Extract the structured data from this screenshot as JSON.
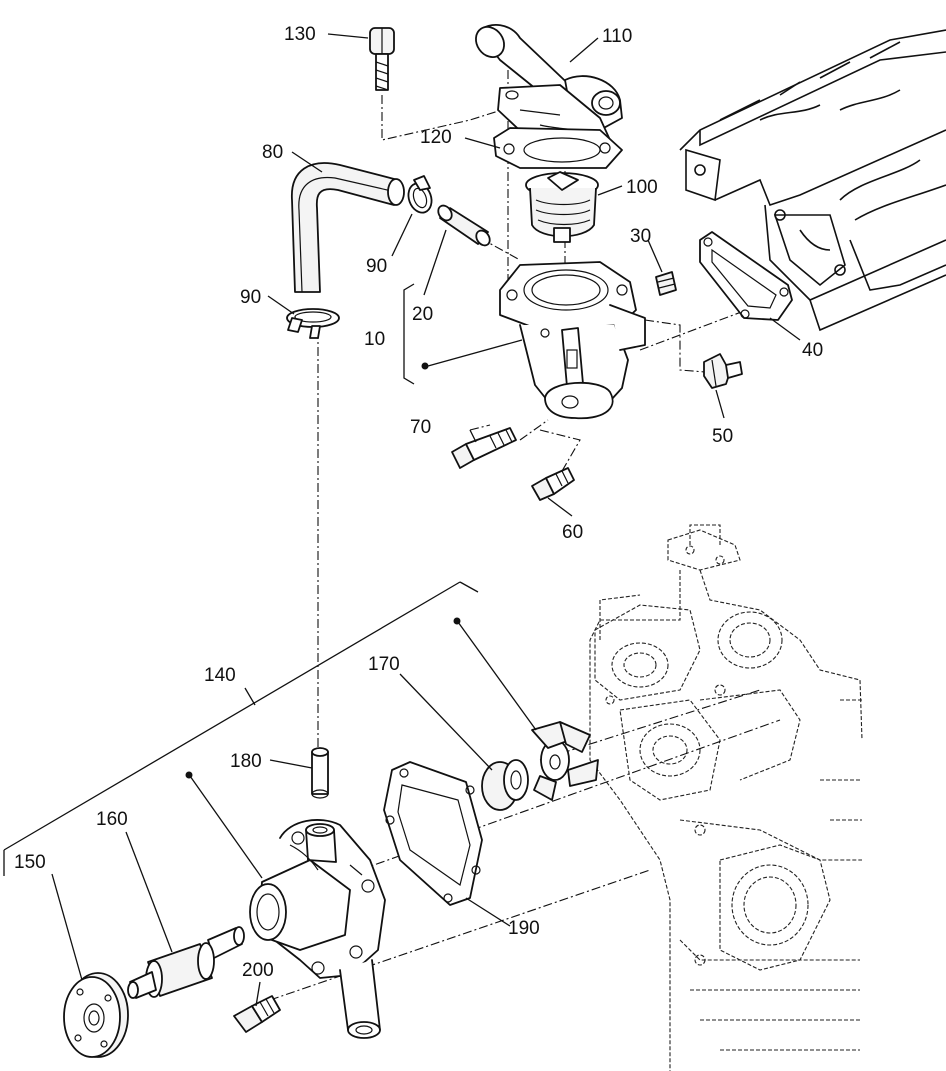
{
  "diagram": {
    "callouts": [
      {
        "id": "c130",
        "label": "130"
      },
      {
        "id": "c110",
        "label": "110"
      },
      {
        "id": "c120",
        "label": "120"
      },
      {
        "id": "c80",
        "label": "80"
      },
      {
        "id": "c100",
        "label": "100"
      },
      {
        "id": "c90a",
        "label": "90"
      },
      {
        "id": "c30",
        "label": "30"
      },
      {
        "id": "c20",
        "label": "20"
      },
      {
        "id": "c90b",
        "label": "90"
      },
      {
        "id": "c10",
        "label": "10"
      },
      {
        "id": "c40",
        "label": "40"
      },
      {
        "id": "c70",
        "label": "70"
      },
      {
        "id": "c50",
        "label": "50"
      },
      {
        "id": "c60",
        "label": "60"
      },
      {
        "id": "c140",
        "label": "140"
      },
      {
        "id": "c170",
        "label": "170"
      },
      {
        "id": "c180",
        "label": "180"
      },
      {
        "id": "c160",
        "label": "160"
      },
      {
        "id": "c150",
        "label": "150"
      },
      {
        "id": "c190",
        "label": "190"
      },
      {
        "id": "c200",
        "label": "200"
      }
    ]
  }
}
